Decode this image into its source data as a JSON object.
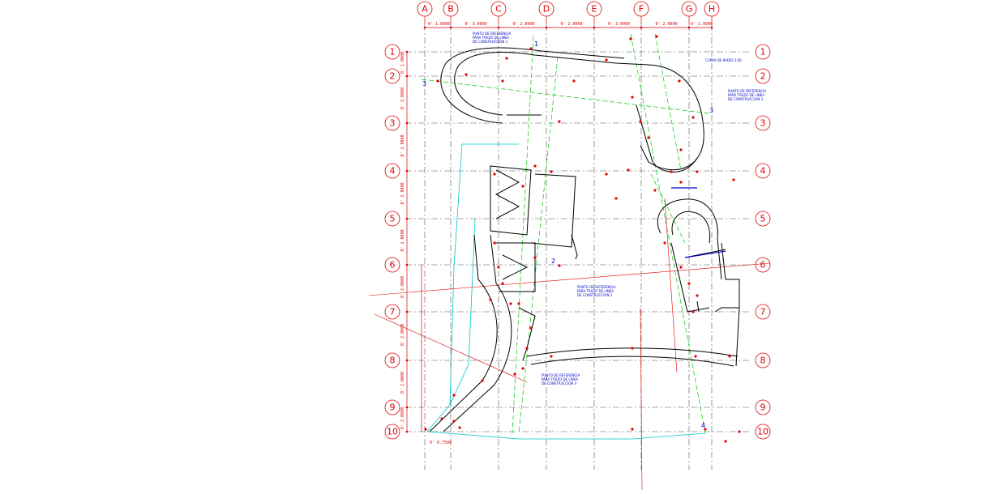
{
  "drawing": {
    "column_labels": [
      "A",
      "B",
      "C",
      "D",
      "E",
      "F",
      "G",
      "H"
    ],
    "row_labels": [
      "1",
      "2",
      "3",
      "4",
      "5",
      "6",
      "7",
      "8",
      "9",
      "10"
    ],
    "column_dimensions": [
      "0' 1.0000",
      "0' 3.0000",
      "0' 2.0000",
      "0' 2.0000",
      "0' 3.0000",
      "0' 2.0000",
      "0' 1.0000"
    ],
    "row_dimensions": [
      "0' 1.0000",
      "0' 2.0000",
      "0' 2.0000",
      "0' 2.0000",
      "0' 2.0000",
      "0' 2.0000",
      "0' 2.0000",
      "0' 2.0000",
      "0' 2.0000"
    ],
    "bottom_dimension": "0' 0.7500",
    "annotations": [
      "PUNTO DE REFERENCIA PARA TRAZO DE LINEA DE CONSTRUCCION 1",
      "CURVA DE RADIO 3.00",
      "PUNTO DE REFERENCIA PARA TRAZO DE LINEA DE CONSTRUCCION 3",
      "PUNTO DE REFERENCIA PARA TRAZO DE LINEA DE CONSTRUCCION 2",
      "PUNTO DE REFERENCIA PARA TRAZO DE LINEA DE CONSTRUCCION 4"
    ],
    "construction_markers": [
      "1",
      "2",
      "3",
      "3",
      "4"
    ],
    "colors": {
      "grid": "#555555",
      "bubble": "#e00000",
      "construction": "#00c800",
      "wall": "#000000",
      "cyan_line": "#00c8c8",
      "note": "#0000c8"
    }
  }
}
